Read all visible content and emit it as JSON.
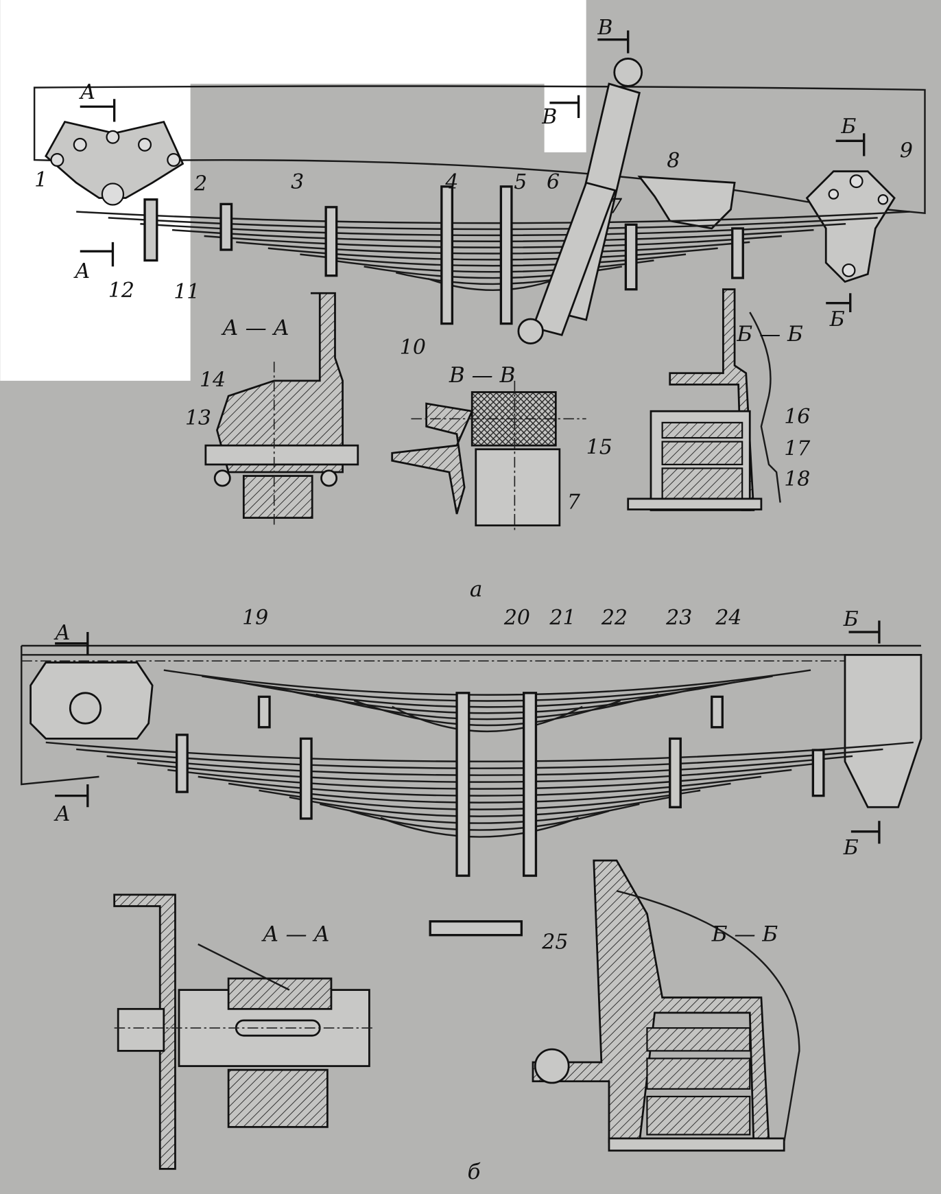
{
  "figure": {
    "subfigure_labels": [
      "а",
      "б"
    ],
    "section_titles": {
      "a_AA": "А — А",
      "a_VV": "В — В",
      "a_BB": "Б — Б",
      "b_AA": "А — А",
      "b_BB": "Б — Б"
    },
    "section_marks": {
      "A": "А",
      "B": "Б",
      "V": "В"
    },
    "callouts": [
      "1",
      "2",
      "3",
      "4",
      "5",
      "6",
      "7",
      "8",
      "9",
      "10",
      "11",
      "12",
      "13",
      "14",
      "15",
      "16",
      "17",
      "18",
      "19",
      "20",
      "21",
      "22",
      "23",
      "24",
      "25"
    ],
    "callout_7_repeat": "7"
  }
}
